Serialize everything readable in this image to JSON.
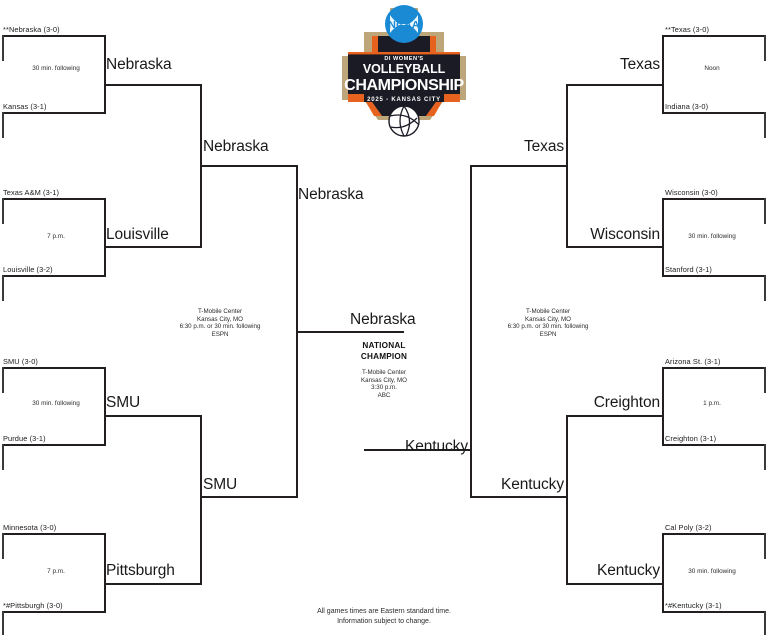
{
  "page": {
    "title": "NCAA DI Women's Volleyball Championship Bracket",
    "background": "#ffffff",
    "line_color": "#231f20"
  },
  "logo": {
    "name": "ncaa-di-womens-volleyball-championship-logo",
    "ncaa_text": "NCAA",
    "line1": "DI WOMEN'S",
    "line2": "VOLLEYBALL",
    "line3": "CHAMPIONSHIP",
    "line4": "2025 - KANSAS CITY",
    "colors": {
      "navy": "#1b1b26",
      "orange": "#e8621f",
      "gold": "#bda77a",
      "ncaa_blue": "#1a8ad4",
      "white": "#ffffff"
    }
  },
  "left": {
    "regionals": [
      {
        "name": "regional-1",
        "top_team": "**Nebraska (3-0)",
        "bottom_team": "Kansas (3-1)",
        "game_time": "30 min. following",
        "winner": "Nebraska"
      },
      {
        "name": "regional-2",
        "top_team": "Texas A&M (3-1)",
        "bottom_team": "Louisville (3-2)",
        "game_time": "7 p.m.",
        "winner": "Louisville"
      },
      {
        "name": "regional-3",
        "top_team": "SMU (3-0)",
        "bottom_team": "Purdue (3-1)",
        "game_time": "30 min. following",
        "winner": "SMU"
      },
      {
        "name": "regional-4",
        "top_team": "Minnesota (3-0)",
        "bottom_team": "*#Pittsburgh (3-0)",
        "game_time": "7 p.m.",
        "winner": "Pittsburgh"
      }
    ],
    "semifinals": [
      {
        "name": "semifinal-top",
        "winner": "Nebraska"
      },
      {
        "name": "semifinal-bottom",
        "winner": "SMU"
      }
    ],
    "national_semifinal": {
      "name": "national-semifinal-left",
      "winner": "Nebraska",
      "site": [
        "T-Mobile Center",
        "Kansas City, MO",
        "6:30 p.m. or 30 min. following",
        "ESPN"
      ]
    }
  },
  "right": {
    "regionals": [
      {
        "name": "regional-5",
        "top_team": "**Texas (3-0)",
        "bottom_team": "Indiana (3-0)",
        "game_time": "Noon",
        "winner": "Texas"
      },
      {
        "name": "regional-6",
        "top_team": "Wisconsin (3-0)",
        "bottom_team": "Stanford (3-1)",
        "game_time": "30 min. following",
        "winner": "Wisconsin"
      },
      {
        "name": "regional-7",
        "top_team": "Arizona St. (3-1)",
        "bottom_team": "Creighton (3-1)",
        "game_time": "1 p.m.",
        "winner": "Creighton"
      },
      {
        "name": "regional-8",
        "top_team": "Cal Poly (3-2)",
        "bottom_team": "*#Kentucky (3-1)",
        "game_time": "30 min. following",
        "winner": "Kentucky"
      }
    ],
    "semifinals": [
      {
        "name": "semifinal-top",
        "winner": "Texas"
      },
      {
        "name": "semifinal-bottom",
        "winner": "Kentucky"
      }
    ],
    "national_semifinal": {
      "name": "national-semifinal-right",
      "winner": "Kentucky",
      "site": [
        "T-Mobile Center",
        "Kansas City, MO",
        "6:30 p.m. or 30 min. following",
        "ESPN"
      ]
    }
  },
  "championship": {
    "name": "national-championship",
    "top_finalist": "Nebraska",
    "bottom_finalist": "Kentucky",
    "title_line1": "NATIONAL",
    "title_line2": "CHAMPION",
    "site": [
      "T-Mobile Center",
      "Kansas City, MO",
      "3:30 p.m.",
      "ABC"
    ]
  },
  "footer": {
    "line1": "All games times are Eastern standard time.",
    "line2": "Information subject to change."
  }
}
